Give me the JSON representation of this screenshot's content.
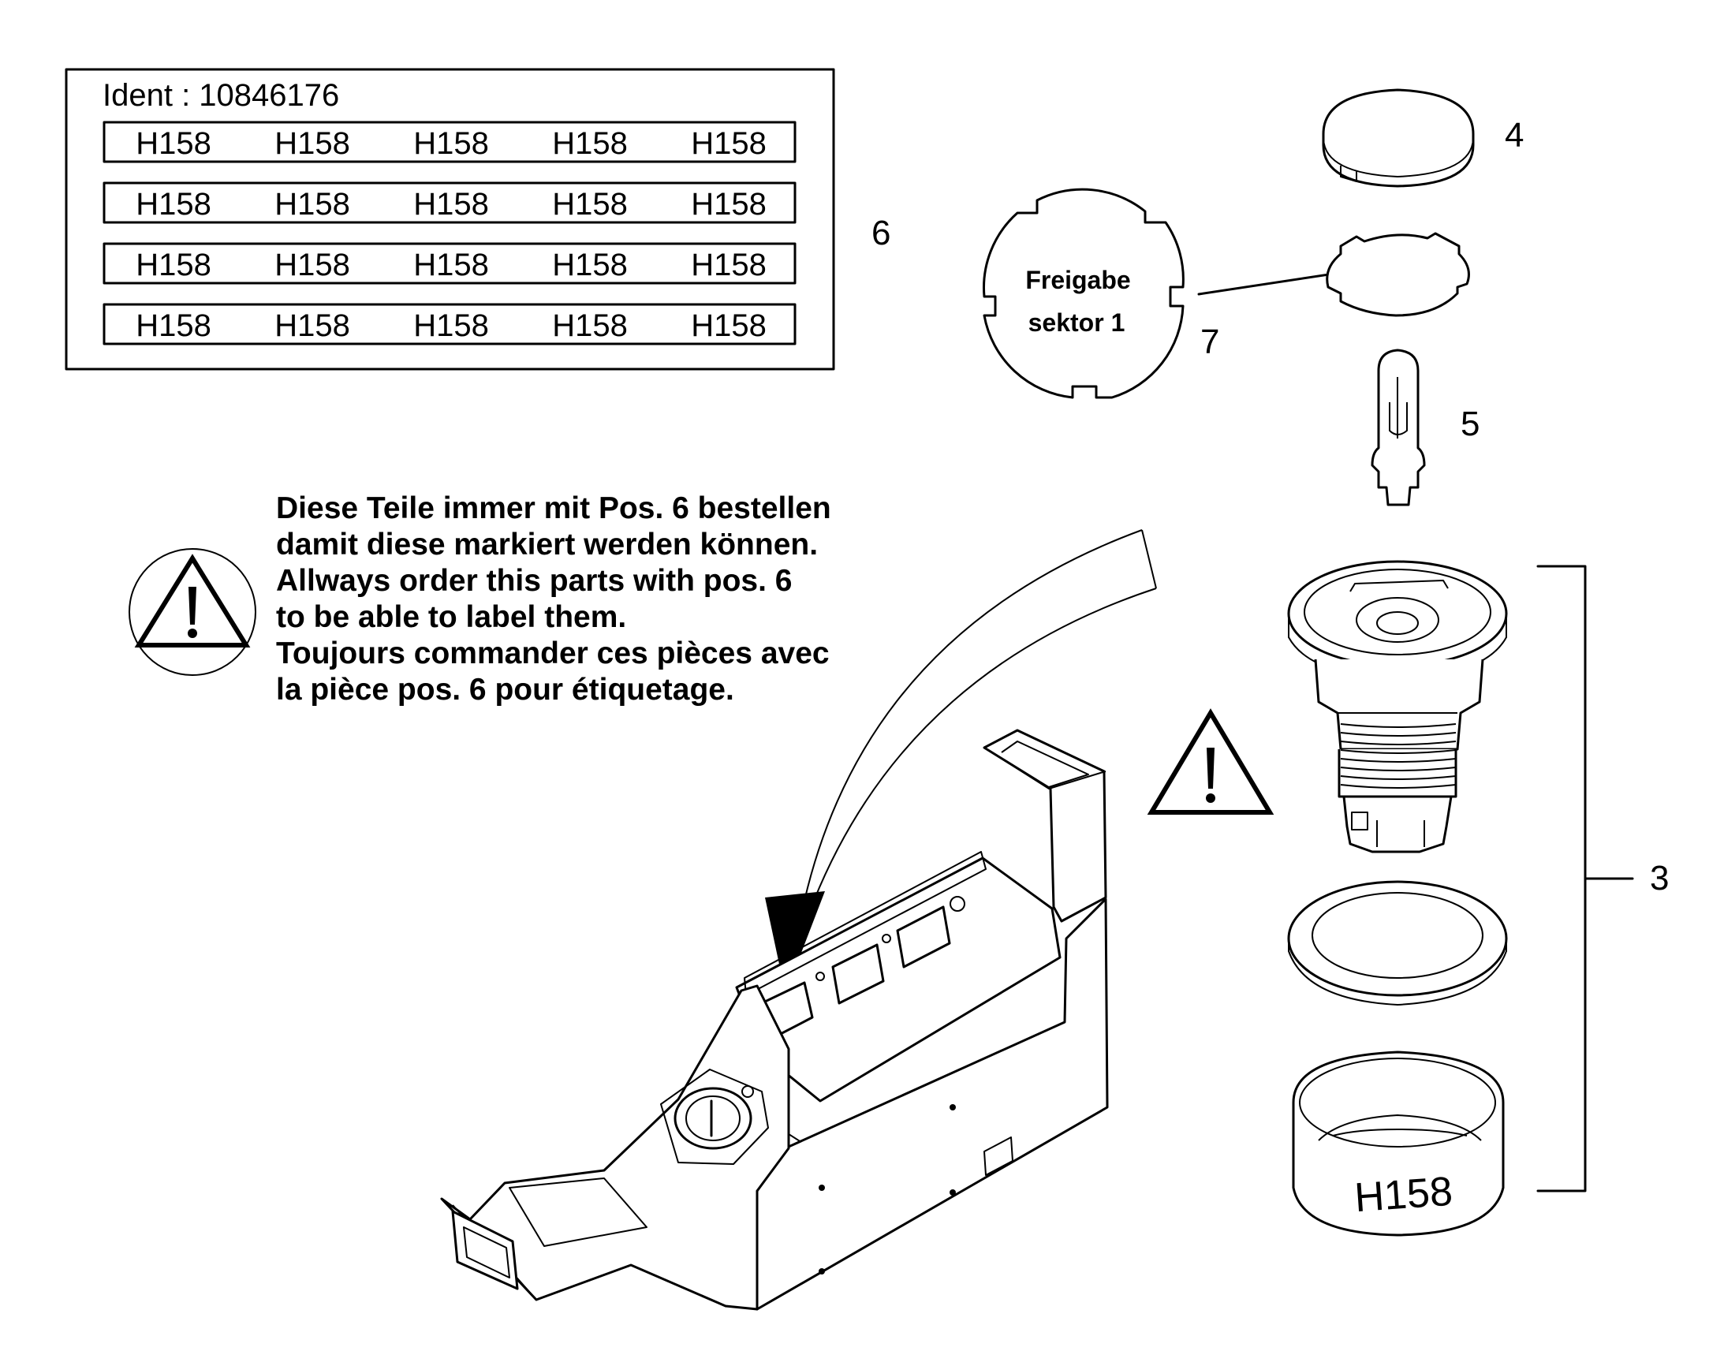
{
  "label_sheet": {
    "ident": "Ident : 10846176",
    "rows": [
      [
        "H158",
        "H158",
        "H158",
        "H158",
        "H158"
      ],
      [
        "H158",
        "H158",
        "H158",
        "H158",
        "H158"
      ],
      [
        "H158",
        "H158",
        "H158",
        "H158",
        "H158"
      ],
      [
        "H158",
        "H158",
        "H158",
        "H158",
        "H158"
      ]
    ]
  },
  "callouts": {
    "pos3": "3",
    "pos4": "4",
    "pos5": "5",
    "pos6": "6",
    "pos7": "7"
  },
  "sector_label": {
    "line1": "Freigabe",
    "line2": "sektor 1"
  },
  "ring_label": "H158",
  "note": {
    "lines": [
      "Diese Teile immer mit Pos. 6 bestellen",
      "damit diese markiert werden können.",
      "Allways order this parts with pos. 6",
      "to be able to label them.",
      "Toujours commander ces pièces avec",
      " la pièce pos. 6 pour étiquetage."
    ]
  },
  "icons": [
    "warning-triangle-icon",
    "warning-triangle-icon"
  ]
}
